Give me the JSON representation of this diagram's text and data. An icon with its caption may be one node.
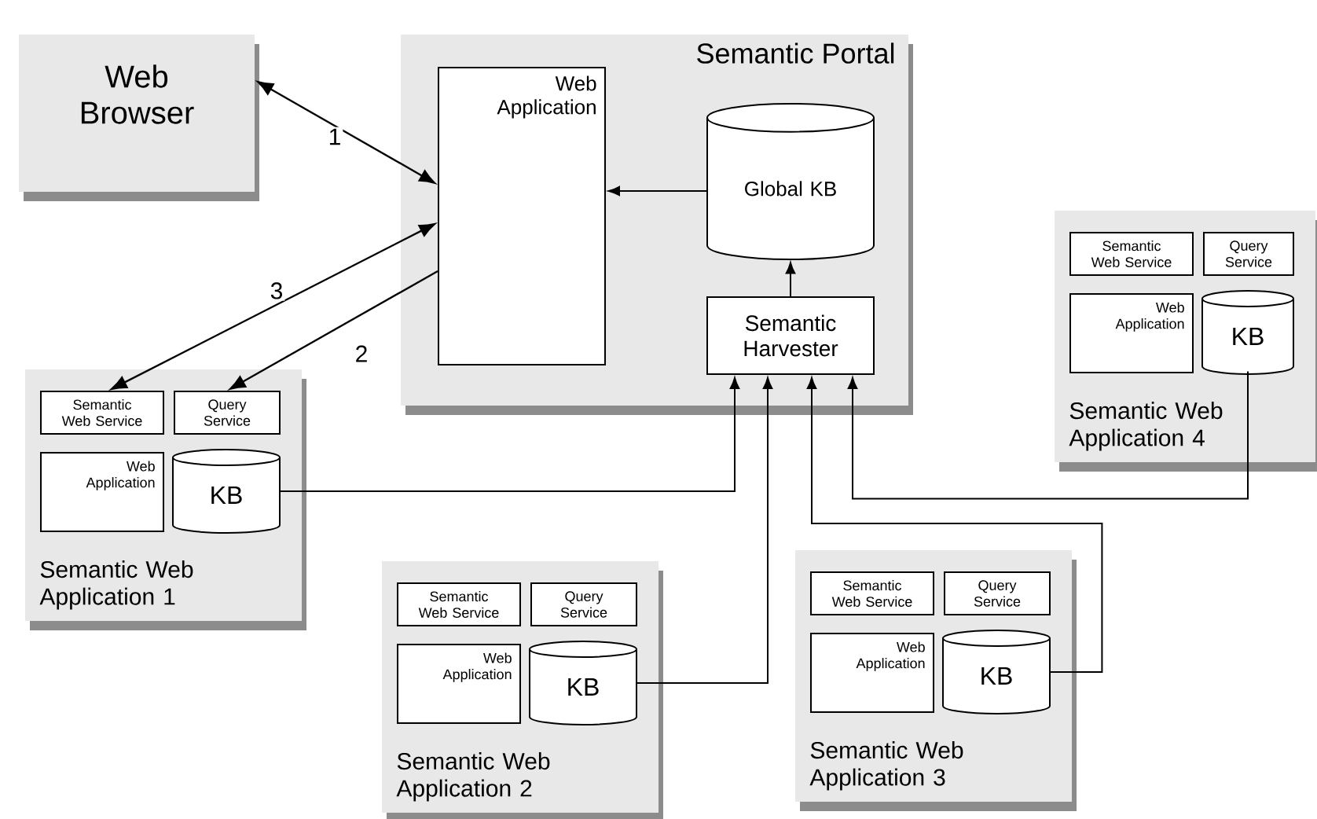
{
  "diagram": {
    "nodes": [
      {
        "text": [
          "Web Browser"
        ]
      },
      {
        "text": [
          "Semantic Portal"
        ]
      },
      {
        "text": [
          "Web Application"
        ],
        "in": 1
      },
      {
        "text": [
          "Global KB"
        ],
        "in": 1
      },
      {
        "text": [
          "Semantic Harvester"
        ],
        "in": 1
      },
      {
        "text": [
          "Semantic Web Application 1"
        ]
      },
      {
        "text": [
          "Semantic Web Service"
        ],
        "in": 5
      },
      {
        "text": [
          "Query Service"
        ],
        "in": 5
      },
      {
        "text": [
          "Web Application"
        ],
        "in": 5
      },
      {
        "text": [
          "KB"
        ],
        "in": 5
      },
      {
        "text": [
          "Semantic Web Application 2"
        ]
      },
      {
        "text": [
          "Semantic Web Service"
        ],
        "in": 10
      },
      {
        "text": [
          "Query Service"
        ],
        "in": 10
      },
      {
        "text": [
          "Web Application"
        ],
        "in": 10
      },
      {
        "text": [
          "KB"
        ],
        "in": 10
      },
      {
        "text": [
          "Semantic Web Application 3"
        ]
      },
      {
        "text": [
          "Semantic Web Service"
        ],
        "in": 15
      },
      {
        "text": [
          "Query Service"
        ],
        "in": 15
      },
      {
        "text": [
          "Web Application"
        ],
        "in": 15
      },
      {
        "text": [
          "KB"
        ],
        "in": 15
      },
      {
        "text": [
          "Semantic Web Application 4"
        ]
      },
      {
        "text": [
          "Semantic Web Service"
        ],
        "in": 20
      },
      {
        "text": [
          "Query Service"
        ],
        "in": 20
      },
      {
        "text": [
          "Web Application"
        ],
        "in": 20
      },
      {
        "text": [
          "KB"
        ],
        "in": 20
      }
    ],
    "edges": [
      {
        "from": 0,
        "to": 2,
        "arrow": "both",
        "label": "1"
      },
      {
        "from": 2,
        "to": 6,
        "arrow": "both",
        "label": "3"
      },
      {
        "from": 2,
        "to": 7,
        "arrow": "to",
        "label": "2"
      },
      {
        "from": 3,
        "to": 2,
        "arrow": "to"
      },
      {
        "from": 4,
        "to": 3,
        "arrow": "to"
      },
      {
        "from": 9,
        "to": 4,
        "arrow": "to"
      },
      {
        "from": 14,
        "to": 4,
        "arrow": "to"
      },
      {
        "from": 19,
        "to": 4,
        "arrow": "to"
      },
      {
        "from": 24,
        "to": 4,
        "arrow": "to"
      }
    ]
  }
}
